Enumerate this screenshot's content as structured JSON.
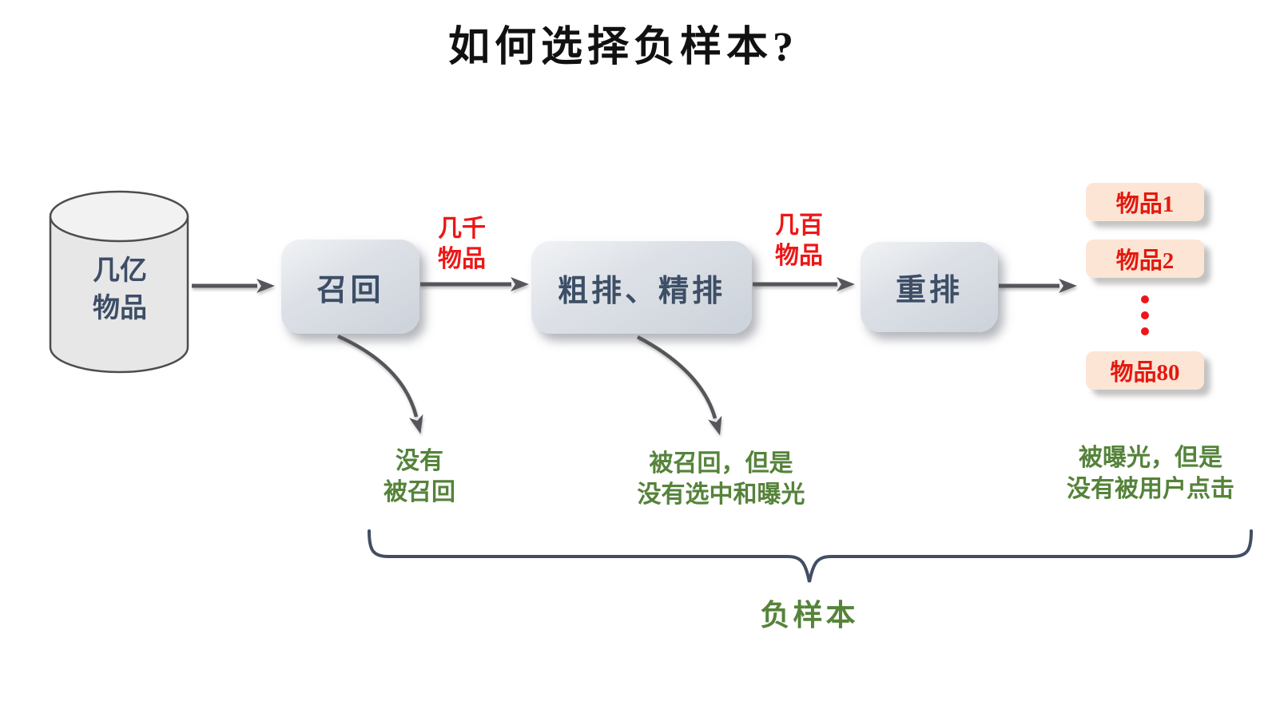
{
  "title": "如何选择负样本?",
  "source_db": {
    "line1": "几亿",
    "line2": "物品"
  },
  "stages": {
    "recall": "召回",
    "ranking": "粗排、精排",
    "rerank": "重排"
  },
  "flow_labels": {
    "after_recall": {
      "line1": "几千",
      "line2": "物品"
    },
    "after_ranking": {
      "line1": "几百",
      "line2": "物品"
    }
  },
  "output_items": [
    "物品1",
    "物品2",
    "物品80"
  ],
  "negative_notes": {
    "not_recalled": {
      "line1": "没有",
      "line2": "被召回"
    },
    "recalled_not_selected": {
      "line1": "被召回，但是",
      "line2": "没有选中和曝光"
    },
    "exposed_not_clicked": {
      "line1": "被曝光，但是",
      "line2": "没有被用户点击"
    }
  },
  "brace_label": "负样本",
  "colors": {
    "title_text": "#111111",
    "stage_text": "#3d4e66",
    "stage_fill": "#d3d8df",
    "red_text": "#ee1616",
    "item_fill": "#fce5d5",
    "green_text": "#55833a",
    "arrow": "#54565a",
    "brace": "#414e63",
    "cylinder_fill": "#e7e7e7"
  }
}
